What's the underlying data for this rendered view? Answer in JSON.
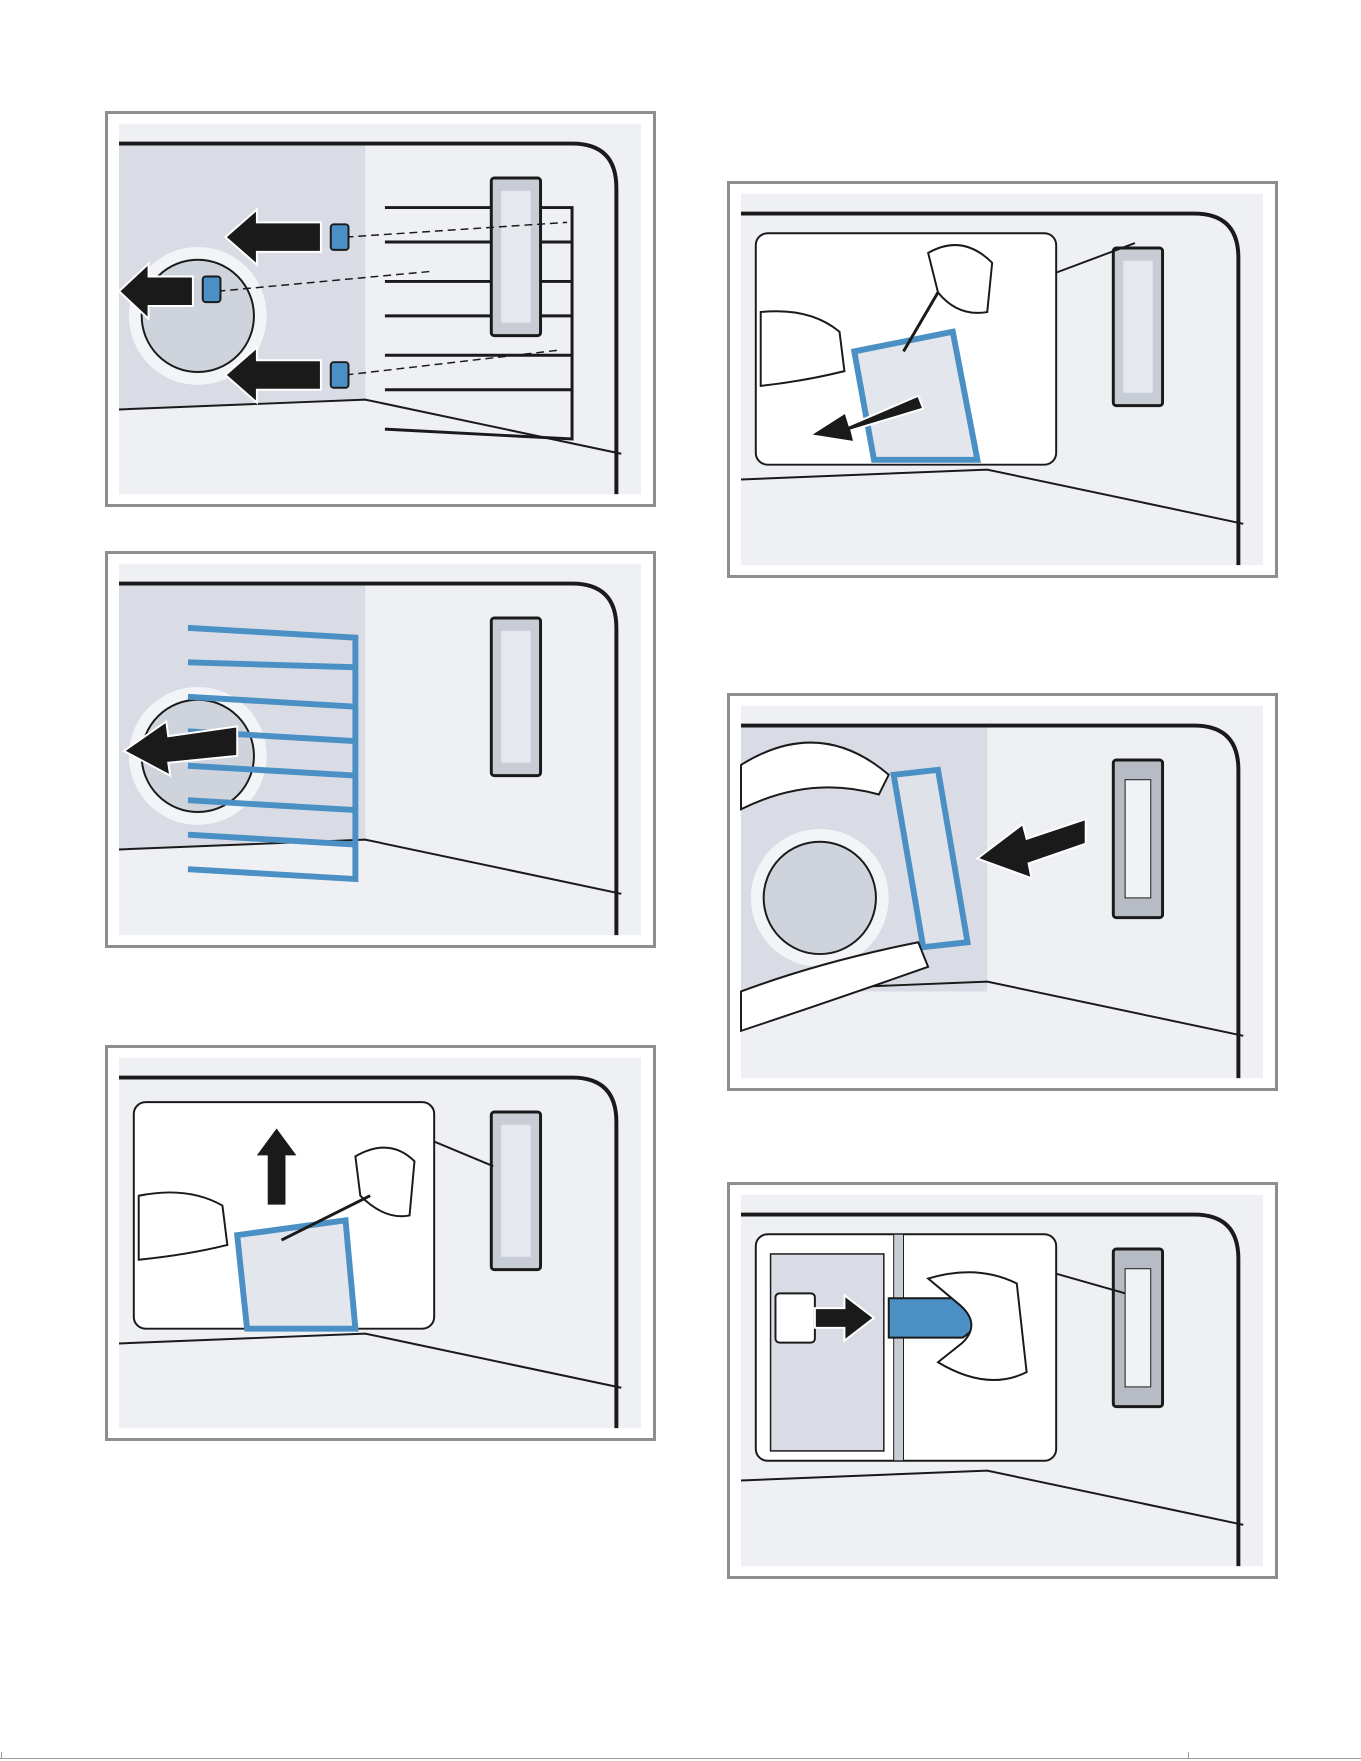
{
  "page": {
    "figures": [
      {
        "id": "remove-screws",
        "icons": [
          "screw-icon",
          "arrow-left-icon",
          "hook-rail-icon",
          "light-cover-icon"
        ]
      },
      {
        "id": "remove-rail",
        "icons": [
          "hook-rail-icon",
          "arrow-left-icon",
          "light-cover-icon"
        ]
      },
      {
        "id": "lever-up-cover",
        "icons": [
          "hand-icon",
          "screwdriver-icon",
          "arrow-up-icon",
          "light-cover-icon"
        ]
      },
      {
        "id": "lever-out-cover",
        "icons": [
          "hand-icon",
          "screwdriver-icon",
          "arrow-down-left-icon",
          "light-cover-icon"
        ]
      },
      {
        "id": "insert-cover",
        "icons": [
          "hand-icon",
          "glass-cover-icon",
          "arrow-right-icon",
          "lamp-housing-icon"
        ]
      },
      {
        "id": "replace-bulb",
        "icons": [
          "hand-icon",
          "halogen-bulb-icon",
          "socket-icon",
          "arrow-right-icon"
        ]
      }
    ],
    "colors": {
      "frame": "#8e8e8e",
      "cavity": "#eef0f4",
      "shade": "#d9dce4",
      "highlight": "#4a90c4",
      "outline": "#1a1a1a"
    }
  }
}
